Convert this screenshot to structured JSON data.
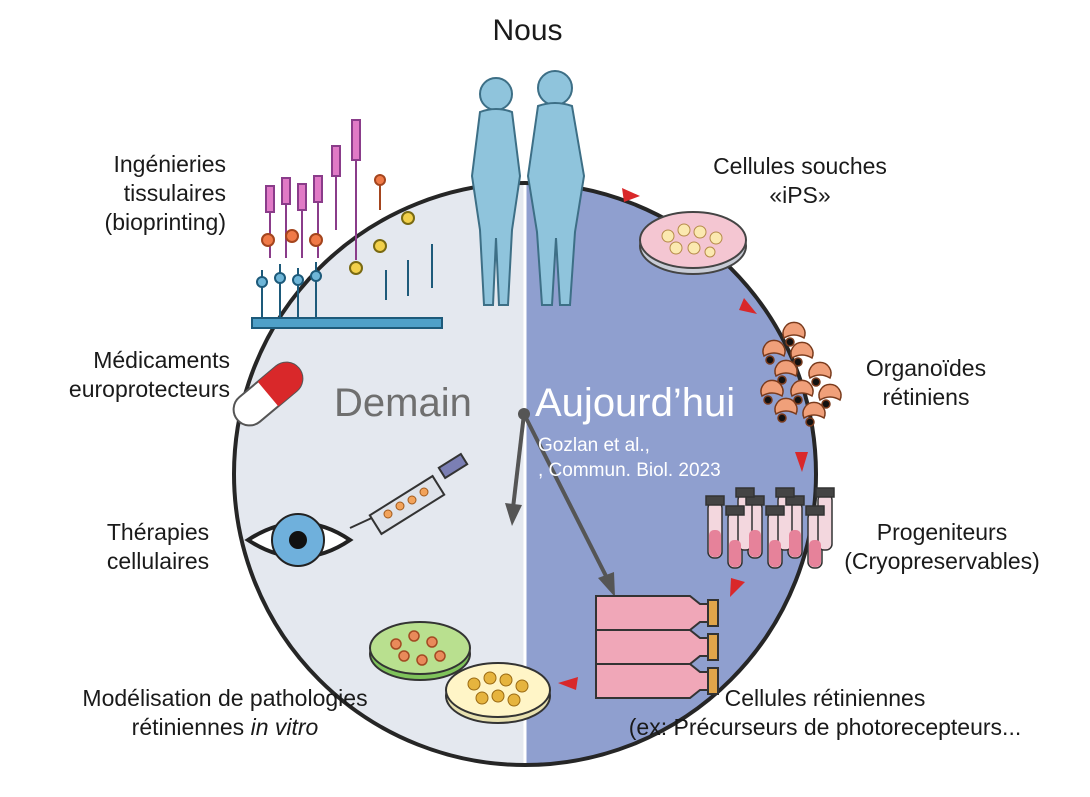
{
  "title": "Nous",
  "center": {
    "left_label": "Demain",
    "right_label": "Aujourd’hui",
    "reference": [
      "Gozlan et al.,",
      ", Commun. Biol. 2023"
    ]
  },
  "steps_today": [
    {
      "lines": [
        "Cellules souches",
        "«iPS»"
      ]
    },
    {
      "lines": [
        "Organoïdes",
        "rétiniens"
      ]
    },
    {
      "lines": [
        "Progeniteurs",
        "(Cryopreservables)"
      ]
    },
    {
      "lines": [
        "Cellules rétiniennes",
        "(ex: Précurseurs de photorecepteurs..."
      ]
    }
  ],
  "steps_tomorrow": [
    {
      "lines": [
        "Modélisation de pathologies",
        "rétiniennes"
      ],
      "italic_suffix": "in vitro"
    },
    {
      "lines": [
        "Thérapies",
        "cellulaires"
      ]
    },
    {
      "lines": [
        "Médicaments",
        "europrotecteurs"
      ]
    },
    {
      "lines": [
        "Ingénieries",
        "tissulaires",
        "(bioprinting)"
      ]
    }
  ],
  "colors": {
    "today_half": "#8f9fcf",
    "tomorrow_half": "#e4e8ef",
    "circle": "#262626",
    "arrow_red": "#d9282a",
    "hand": "#555555",
    "body_fill": "#8fc4dc"
  },
  "icons": [
    "human-silhouettes-icon",
    "petri-dish-icon",
    "organoids-icon",
    "test-tubes-icon",
    "culture-flasks-icon",
    "culture-dishes-icon",
    "eye-syringe-icon",
    "pill-capsule-icon",
    "retinal-cells-icon"
  ]
}
